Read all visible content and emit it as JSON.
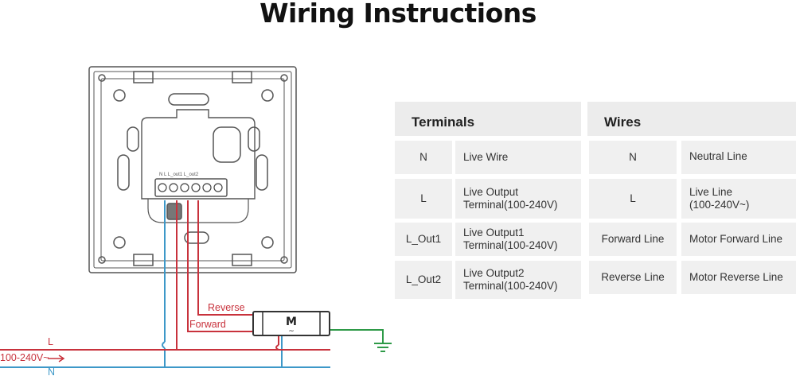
{
  "title": "Wiring Instructions",
  "terminals_table": {
    "headers": [
      "Terminals",
      "Wires"
    ],
    "rows": [
      {
        "terminal": "N",
        "terminal_desc": "Live Wire",
        "wire": "N",
        "wire_desc": "Neutral Line"
      },
      {
        "terminal": "L",
        "terminal_desc": "Live Output\nTerminal(100-240V)",
        "wire": "L",
        "wire_desc": "Live Line\n(100-240V~)"
      },
      {
        "terminal": "L_Out1",
        "terminal_desc": "Live Output1\nTerminal(100-240V)",
        "wire": "Forward Line",
        "wire_desc": "Motor Forward Line"
      },
      {
        "terminal": "L_Out2",
        "terminal_desc": "Live Output2\nTerminal(100-240V)",
        "wire": "Reverse Line",
        "wire_desc": "Motor Reverse Line"
      }
    ]
  },
  "diagram": {
    "wire_labels": {
      "reverse": "Reverse",
      "forward": "Forward",
      "live": "L",
      "neutral": "N",
      "supply": "100-240V~"
    },
    "motor_label": "M",
    "motor_symbol": "~",
    "terminal_labels": [
      "N",
      "L",
      "L_out1",
      "L_out2"
    ],
    "colors": {
      "live": "#c8323c",
      "neutral": "#3d98c8",
      "earth": "#2e9a48",
      "outline": "#555555"
    }
  }
}
